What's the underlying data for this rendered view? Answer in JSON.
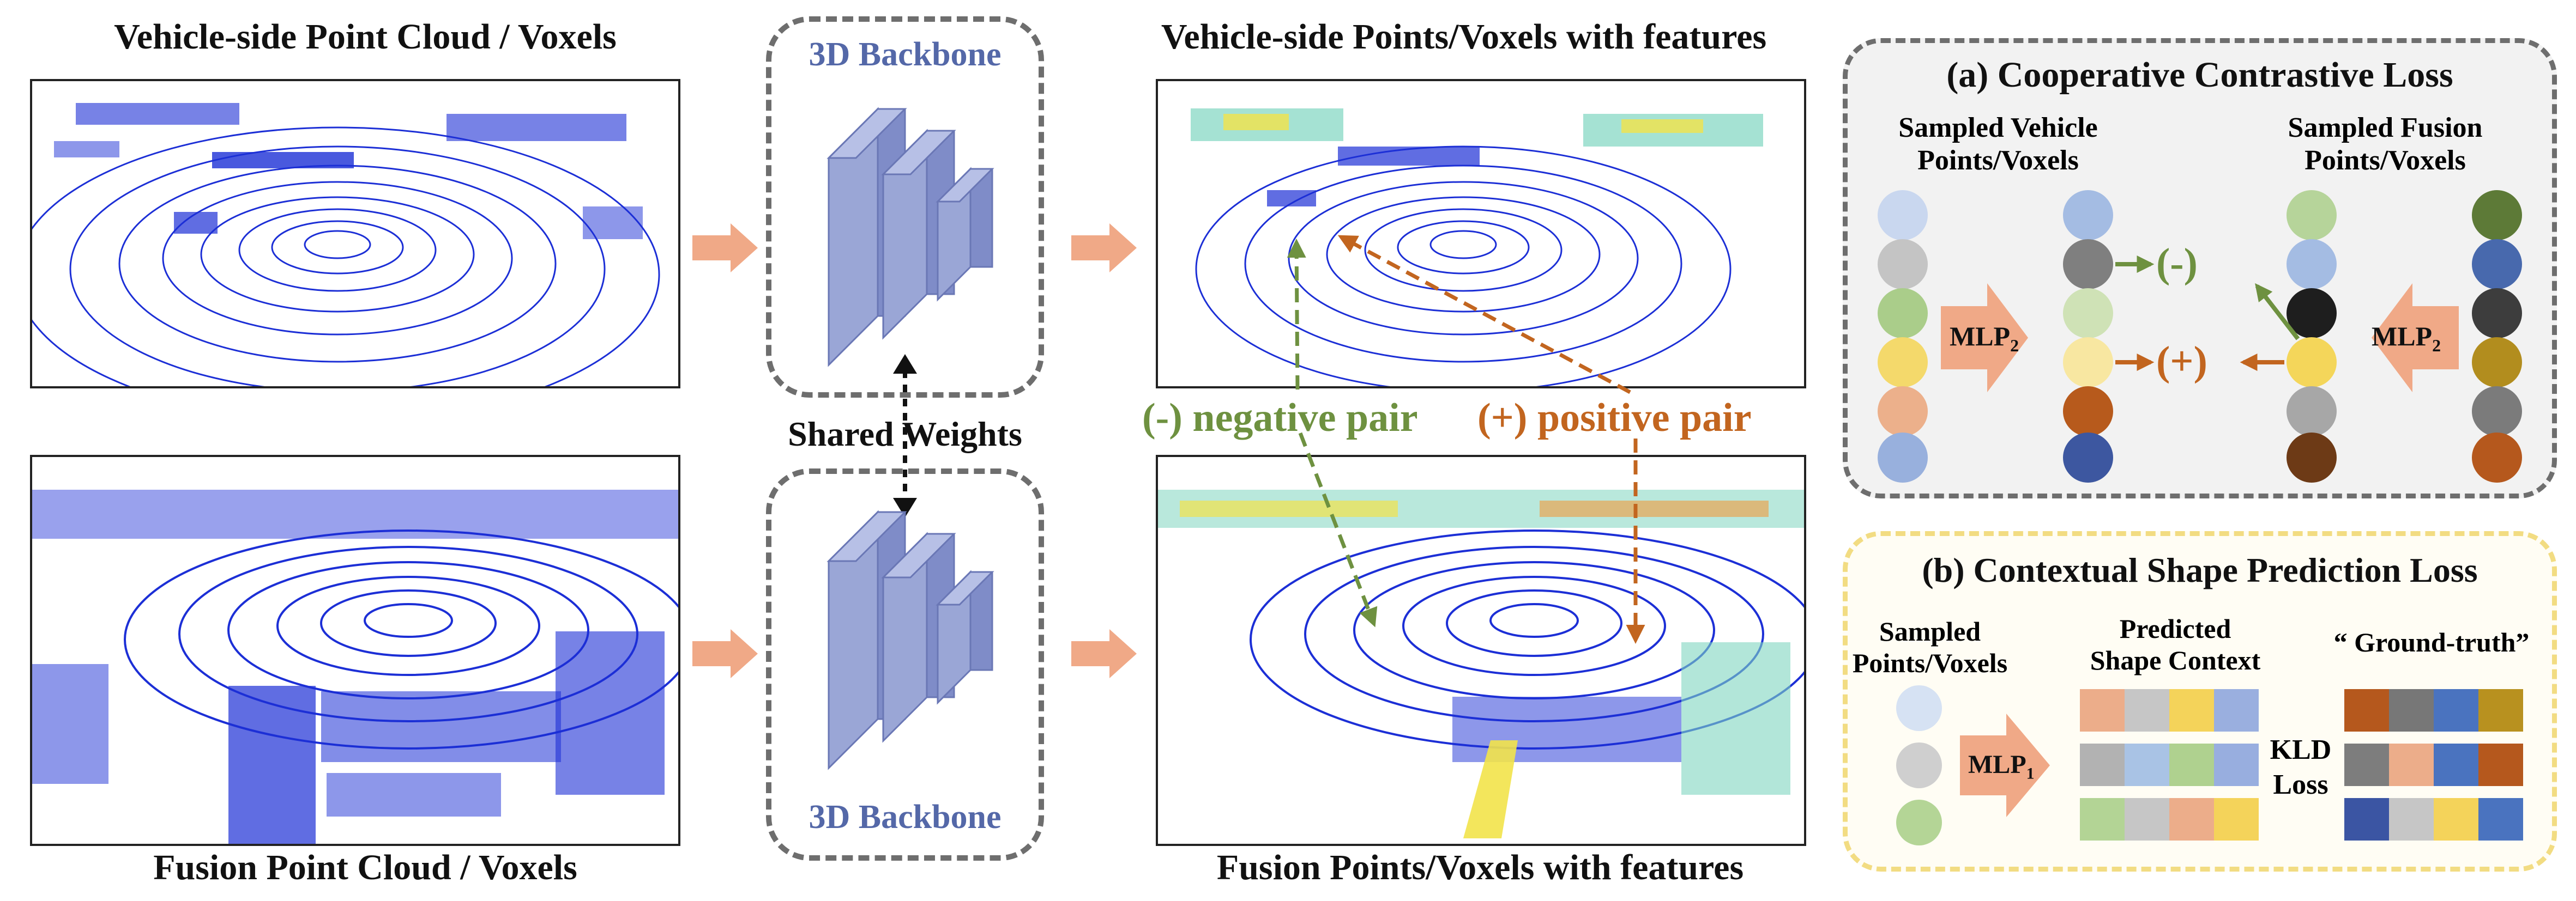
{
  "titles": {
    "vehicle_cloud": "Vehicle-side Point Cloud / Voxels",
    "fusion_cloud": "Fusion Point Cloud / Voxels",
    "vehicle_features": "Vehicle-side Points/Voxels with features",
    "fusion_features": "Fusion Points/Voxels with features"
  },
  "backbone": {
    "top_label": "3D Backbone",
    "bottom_label": "3D Backbone",
    "shared": "Shared Weights"
  },
  "pairs": {
    "negative": "(-) negative pair",
    "positive": "(+) positive pair"
  },
  "panel_a": {
    "title": "(a) Cooperative Contrastive Loss",
    "left_header_line1": "Sampled Vehicle",
    "left_header_line2": "Points/Voxels",
    "right_header_line1": "Sampled Fusion",
    "right_header_line2": "Points/Voxels",
    "mlp_left": "MLP",
    "mlp_left_sub": "2",
    "mlp_right": "MLP",
    "mlp_right_sub": "2",
    "neg_symbol": "(-)",
    "pos_symbol": "(+)"
  },
  "panel_b": {
    "title": "(b) Contextual Shape Prediction Loss",
    "sampled_line1": "Sampled",
    "sampled_line2": "Points/Voxels",
    "predicted_line1": "Predicted",
    "predicted_line2": "Shape Context",
    "gt": "“ Ground-truth”",
    "mlp": "MLP",
    "mlp_sub": "1",
    "kld_line1": "KLD",
    "kld_line2": "Loss"
  },
  "colors": {
    "arrow_fill": "#f0a987",
    "panel_a_border": "#6e6e6e",
    "panel_b_border": "#f2dc82",
    "backbone_text": "#5468a8",
    "negative": "#6e9140",
    "positive": "#c2651f",
    "points": "#1c2fd6"
  }
}
